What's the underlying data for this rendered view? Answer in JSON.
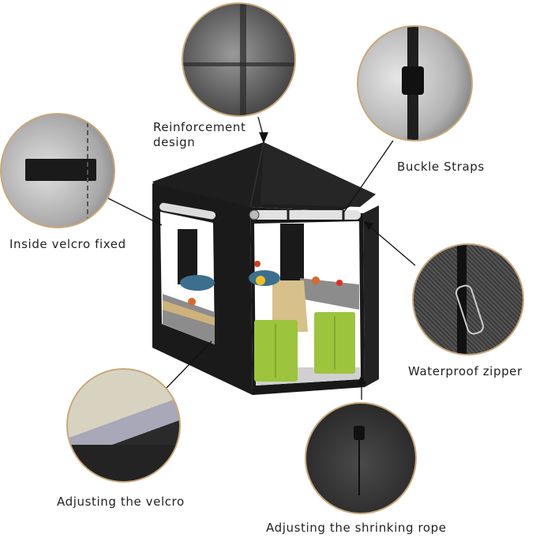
{
  "callouts": [
    {
      "id": "reinforcement",
      "label_line1": "Reinforcement",
      "label_line2": "design",
      "detail": "stitched-seam-closeup"
    },
    {
      "id": "buckle",
      "label": "Buckle Straps",
      "detail": "buckle-strap-closeup"
    },
    {
      "id": "velcro-fixed",
      "label": "Inside velcro fixed",
      "detail": "velcro-strip-closeup"
    },
    {
      "id": "zipper",
      "label": "Waterproof zipper",
      "detail": "zipper-closeup"
    },
    {
      "id": "velcro-adjust",
      "label": "Adjusting the velcro",
      "detail": "velcro-adjust-closeup"
    },
    {
      "id": "rope",
      "label": "Adjusting the shrinking rope",
      "detail": "drawcord-closeup"
    }
  ],
  "product": {
    "name": "black-playhouse-tent-cover",
    "colors": {
      "cover": "#1c1c1c",
      "border": "#c9a77a",
      "green": "#9cc43c",
      "tan": "#d8c08a"
    }
  }
}
